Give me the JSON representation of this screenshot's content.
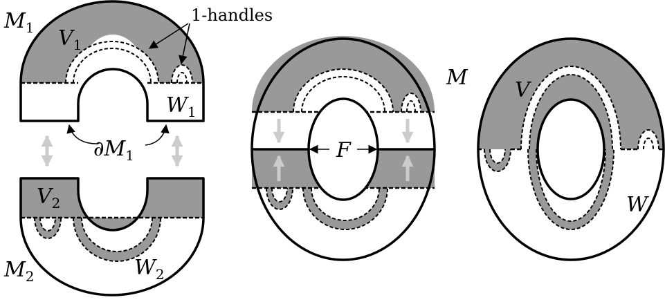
{
  "colors": {
    "fill": "#999999",
    "outline": "#000000",
    "arrow_gray": "#cccccc",
    "background": "#ffffff"
  },
  "labels": {
    "M1": {
      "main": "M",
      "sub": "1"
    },
    "V1": {
      "main": "V",
      "sub": "1"
    },
    "W1": {
      "main": "W",
      "sub": "1"
    },
    "dM1": {
      "main": "∂M",
      "sub": "1"
    },
    "V2": {
      "main": "V",
      "sub": "2"
    },
    "W2": {
      "main": "W",
      "sub": "2"
    },
    "M2": {
      "main": "M",
      "sub": "2"
    },
    "F": "F",
    "M": "M",
    "V": "V",
    "W": "W",
    "handles": "1-handles"
  }
}
